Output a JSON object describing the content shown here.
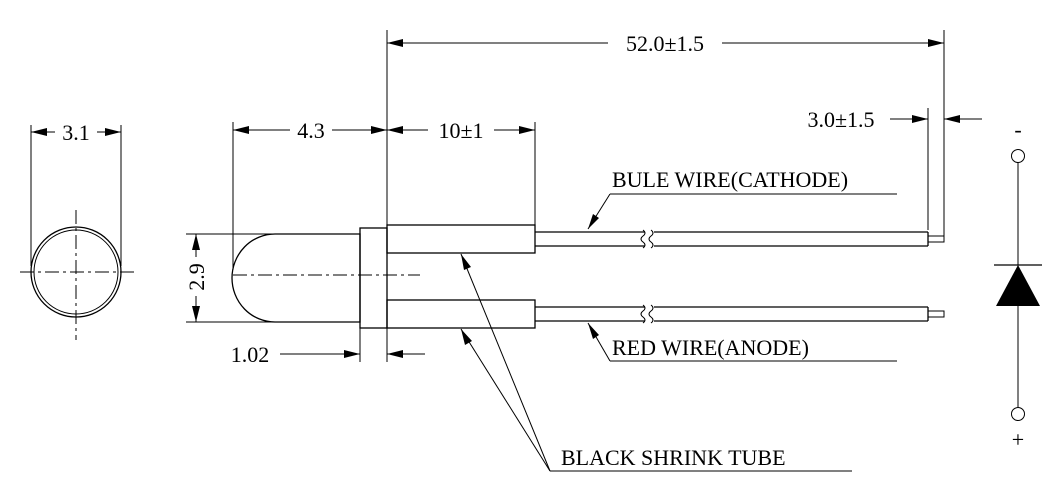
{
  "dimensions": {
    "overall_length": "52.0±1.5",
    "stripped_end": "3.0±1.5",
    "body_diameter": "3.1",
    "lens_length": "4.3",
    "tube_length": "10±1",
    "body_width": "2.9",
    "flange": "1.02"
  },
  "labels": {
    "blue_wire": "BULE WIRE(CATHODE)",
    "red_wire": "RED WIRE(ANODE)",
    "shrink_tube": "BLACK SHRINK TUBE"
  },
  "symbol": {
    "minus": "-",
    "plus": "+"
  }
}
